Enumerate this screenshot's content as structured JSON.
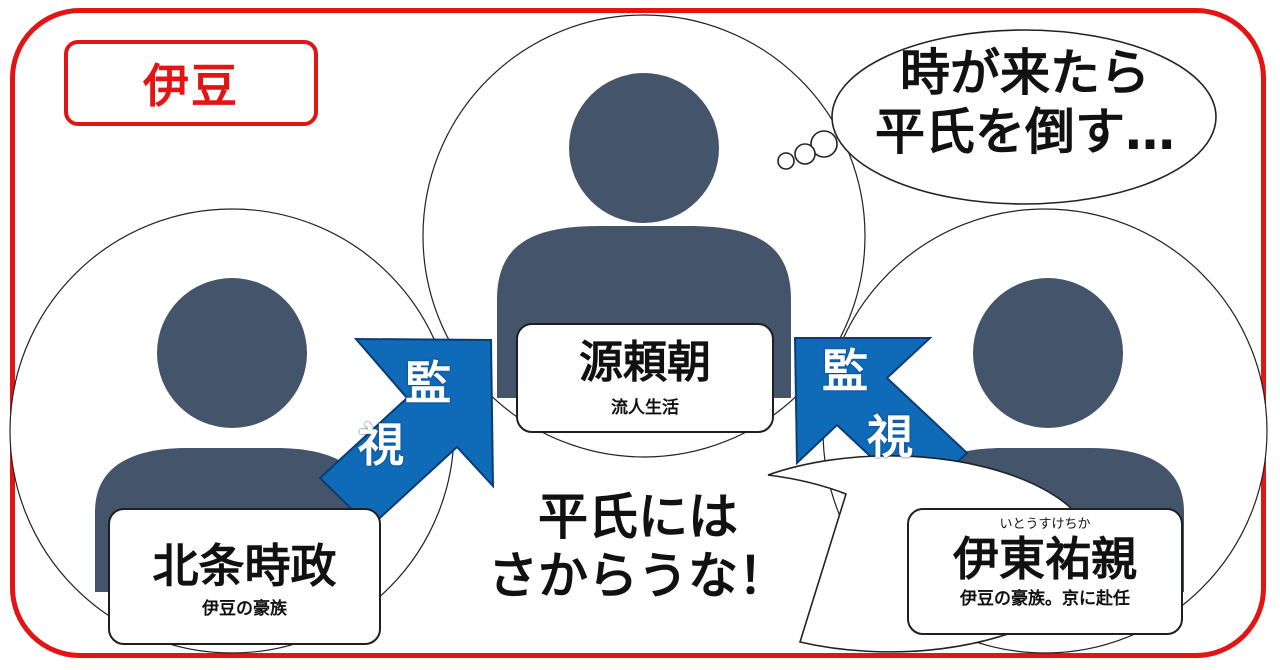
{
  "region_label": "伊豆",
  "people": {
    "center": {
      "name": "源頼朝",
      "role": "流人生活"
    },
    "left": {
      "name": "北条時政",
      "role": "伊豆の豪族"
    },
    "right": {
      "name": "伊東祐親",
      "ruby": "いとうすけちか",
      "role": "伊豆の豪族。京に赴任"
    }
  },
  "arrows": {
    "left": {
      "line1": "監",
      "line2": "視"
    },
    "right": {
      "line1": "監",
      "line2": "視"
    }
  },
  "thought_bubble": {
    "line1": "時が来たら",
    "line2": "平氏を倒す…"
  },
  "speech_bubble": {
    "line1": "平氏には",
    "line2": "さからうな！"
  },
  "colors": {
    "frame": "#e31414",
    "avatar": "#44546a",
    "arrow": "#0f6ab8",
    "arrow_border": "#0a3d78",
    "outline": "#1f1f1f"
  }
}
